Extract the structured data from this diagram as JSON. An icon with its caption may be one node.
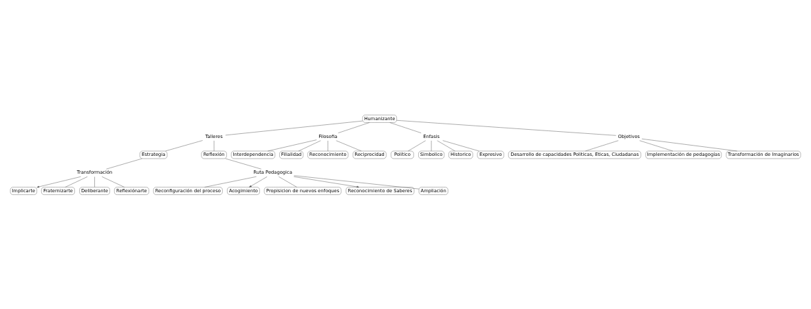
{
  "diagram": {
    "nodes": [
      {
        "text": [
          "Humanizante"
        ]
      },
      {
        "text": [
          "Talleres"
        ]
      },
      {
        "text": [
          "Filosofia"
        ]
      },
      {
        "text": [
          "Enfasis"
        ]
      },
      {
        "text": [
          "Objetivos"
        ]
      },
      {
        "text": [
          "Estrategia"
        ]
      },
      {
        "text": [
          "Reflexión"
        ]
      },
      {
        "text": [
          "Interdependencia"
        ]
      },
      {
        "text": [
          "Filialidad"
        ]
      },
      {
        "text": [
          "Reconocimiento"
        ]
      },
      {
        "text": [
          "Reciprocidad"
        ]
      },
      {
        "text": [
          "Político"
        ]
      },
      {
        "text": [
          "Simbolico"
        ]
      },
      {
        "text": [
          "Historico"
        ]
      },
      {
        "text": [
          "Expresivo"
        ]
      },
      {
        "text": [
          "Desarrollo de capacidades Politicas, Eticas, Ciudadanas"
        ]
      },
      {
        "text": [
          "Implementación de pedagogías"
        ]
      },
      {
        "text": [
          "Transformación de Imaginarios"
        ]
      },
      {
        "text": [
          "Transformación"
        ]
      },
      {
        "text": [
          "Ruta Pedagogica"
        ]
      },
      {
        "text": [
          "Implicarte"
        ]
      },
      {
        "text": [
          "Fraternizarte"
        ]
      },
      {
        "text": [
          "Reconfiguración del proceso"
        ]
      },
      {
        "text": [
          "Acogimiento"
        ]
      },
      {
        "text": [
          "Deliberante"
        ]
      },
      {
        "text": [
          "Reflexiónarte"
        ]
      },
      {
        "text": [
          "Propisicion de nuevos enfoques"
        ]
      },
      {
        "text": [
          "Reconocimiento de Saberes"
        ]
      },
      {
        "text": [
          "Ampliación"
        ]
      }
    ],
    "edges": [
      {
        "from": 0,
        "to": 1,
        "arrow": "none"
      },
      {
        "from": 0,
        "to": 2,
        "arrow": "none"
      },
      {
        "from": 0,
        "to": 3,
        "arrow": "none"
      },
      {
        "from": 0,
        "to": 4,
        "arrow": "none"
      },
      {
        "from": 1,
        "to": 5,
        "arrow": "none"
      },
      {
        "from": 1,
        "to": 6,
        "arrow": "none"
      },
      {
        "from": 2,
        "to": 7,
        "arrow": "none"
      },
      {
        "from": 2,
        "to": 9,
        "arrow": "none"
      },
      {
        "from": 2,
        "to": 10,
        "arrow": "none"
      },
      {
        "from": 2,
        "to": 8,
        "arrow": "none"
      },
      {
        "from": 3,
        "to": 11,
        "arrow": "none"
      },
      {
        "from": 3,
        "to": 13,
        "arrow": "none"
      },
      {
        "from": 3,
        "to": 14,
        "arrow": "none"
      },
      {
        "from": 3,
        "to": 12,
        "arrow": "none"
      },
      {
        "from": 4,
        "to": 15,
        "arrow": "none"
      },
      {
        "from": 4,
        "to": 17,
        "arrow": "none"
      },
      {
        "from": 4,
        "to": 16,
        "arrow": "none"
      },
      {
        "from": 5,
        "to": 18,
        "arrow": "none"
      },
      {
        "from": 6,
        "to": 19,
        "arrow": "none"
      },
      {
        "from": 18,
        "to": 20,
        "arrow": "to"
      },
      {
        "from": 18,
        "to": 24,
        "arrow": "none"
      },
      {
        "from": 18,
        "to": 25,
        "arrow": "none"
      },
      {
        "from": 18,
        "to": 21,
        "arrow": "none"
      },
      {
        "from": 19,
        "to": 22,
        "arrow": "none"
      },
      {
        "from": 19,
        "to": 26,
        "arrow": "none"
      },
      {
        "from": 19,
        "to": 28,
        "arrow": "none"
      },
      {
        "from": 19,
        "to": 27,
        "arrow": "to"
      },
      {
        "from": 19,
        "to": 23,
        "arrow": "to"
      }
    ]
  }
}
